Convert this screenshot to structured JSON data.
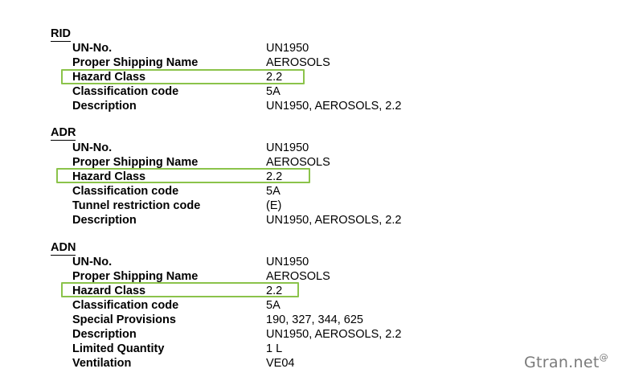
{
  "rid": {
    "heading": "RID",
    "rows": [
      {
        "label": "UN-No.",
        "value": "UN1950"
      },
      {
        "label": "Proper Shipping Name",
        "value": "AEROSOLS"
      },
      {
        "label": "Hazard Class",
        "value": "2.2"
      },
      {
        "label": "Classification code",
        "value": "5A"
      },
      {
        "label": "Description",
        "value": "UN1950, AEROSOLS, 2.2"
      }
    ]
  },
  "adr": {
    "heading": "ADR",
    "rows": [
      {
        "label": "UN-No.",
        "value": "UN1950"
      },
      {
        "label": "Proper Shipping Name",
        "value": "AEROSOLS"
      },
      {
        "label": "Hazard Class",
        "value": "2.2"
      },
      {
        "label": "Classification code",
        "value": "5A"
      },
      {
        "label": "Tunnel restriction code",
        "value": "(E)"
      },
      {
        "label": "Description",
        "value": "UN1950, AEROSOLS, 2.2"
      }
    ]
  },
  "adn": {
    "heading": "ADN",
    "rows": [
      {
        "label": "UN-No.",
        "value": "UN1950"
      },
      {
        "label": "Proper Shipping Name",
        "value": "AEROSOLS"
      },
      {
        "label": "Hazard Class",
        "value": "2.2"
      },
      {
        "label": "Classification code",
        "value": "5A"
      },
      {
        "label": "Special Provisions",
        "value": "190, 327, 344, 625"
      },
      {
        "label": "Description",
        "value": "UN1950, AEROSOLS, 2.2"
      },
      {
        "label": "Limited Quantity",
        "value": "1 L"
      },
      {
        "label": "Ventilation",
        "value": "VE04"
      }
    ]
  },
  "watermark": {
    "text": "Gtran.net",
    "sup": "@"
  },
  "highlight_color": "#8bc34a"
}
